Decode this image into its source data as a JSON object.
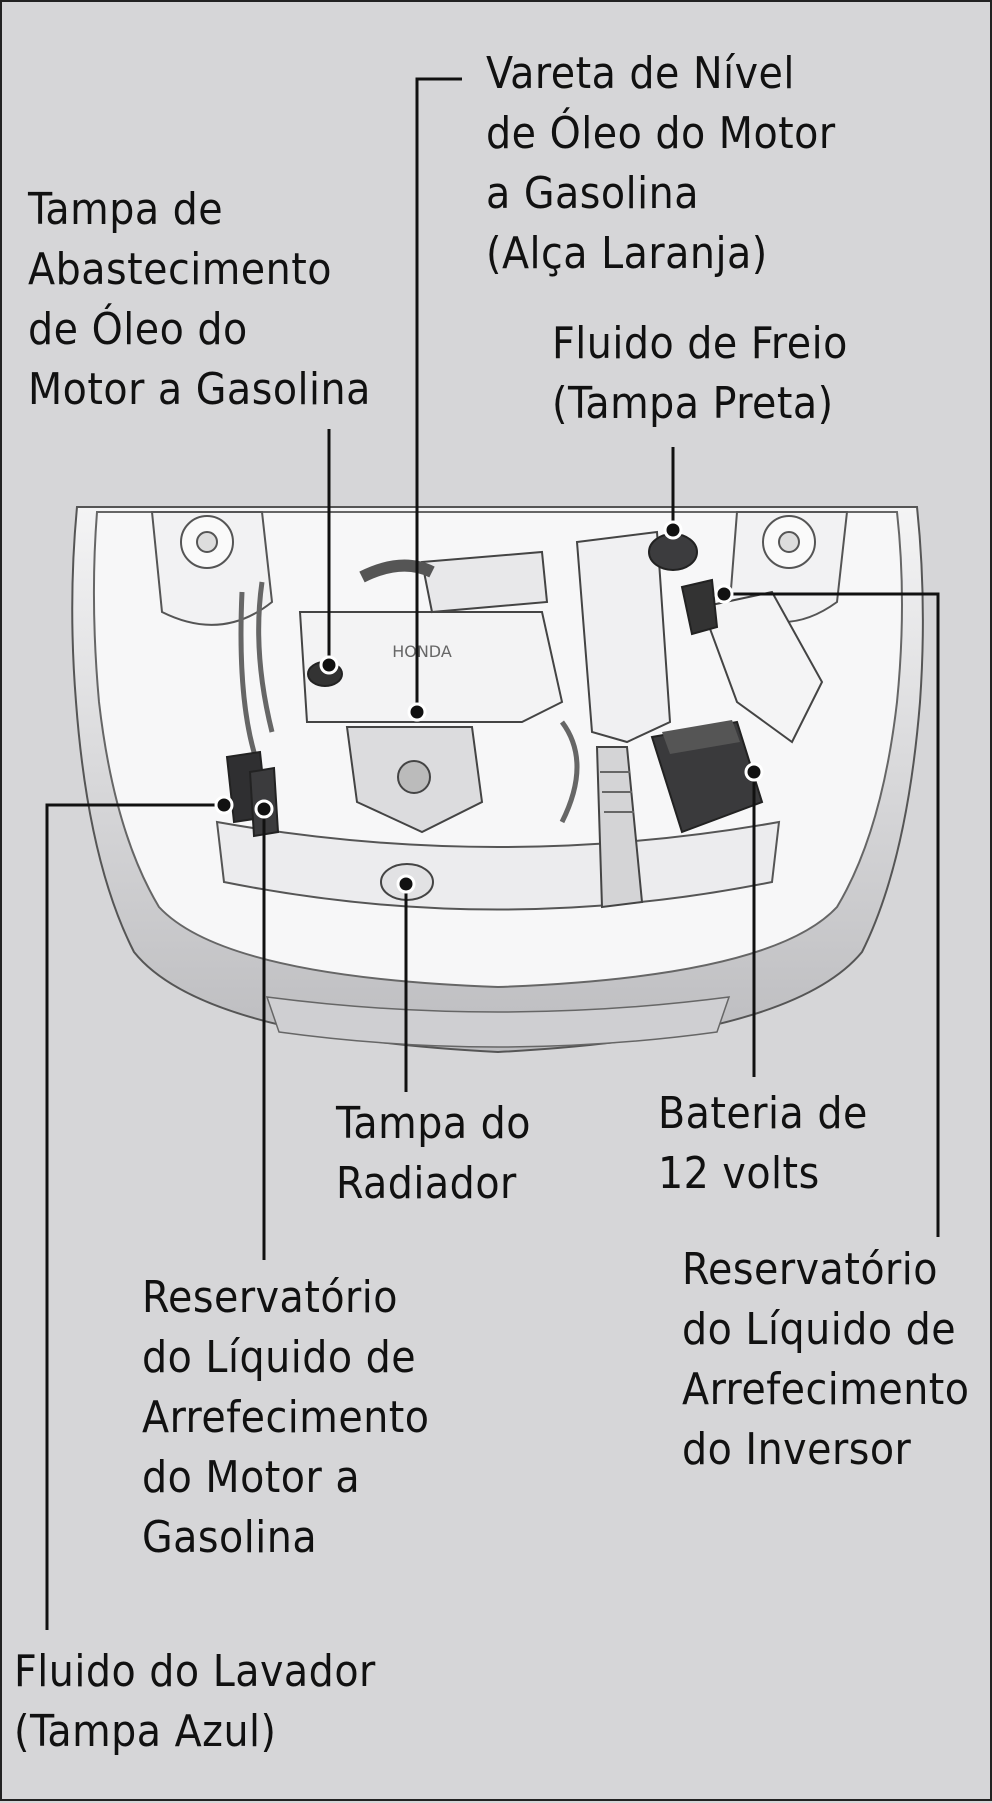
{
  "labels": {
    "oil_dipstick": [
      "Vareta de Nível",
      "de Óleo do Motor",
      "a Gasolina",
      "(Alça Laranja)"
    ],
    "oil_filler_cap": [
      "Tampa de",
      "Abastecimento",
      "de Óleo do",
      "Motor a Gasolina"
    ],
    "brake_fluid": [
      "Fluido de Freio",
      "(Tampa Preta)"
    ],
    "radiator_cap": [
      "Tampa do",
      "Radiador"
    ],
    "battery": [
      "Bateria de",
      "12 volts"
    ],
    "inverter_coolant": [
      "Reservatório",
      "do Líquido de",
      "Arrefecimento",
      "do Inversor"
    ],
    "engine_coolant": [
      "Reservatório",
      "do Líquido de",
      "Arrefecimento",
      "do Motor a",
      "Gasolina"
    ],
    "washer_fluid": [
      "Fluido do Lavador",
      "(Tampa Azul)"
    ]
  },
  "emblem": "HONDA",
  "colors": {
    "background": "#d6d6d8",
    "line": "#111111"
  }
}
